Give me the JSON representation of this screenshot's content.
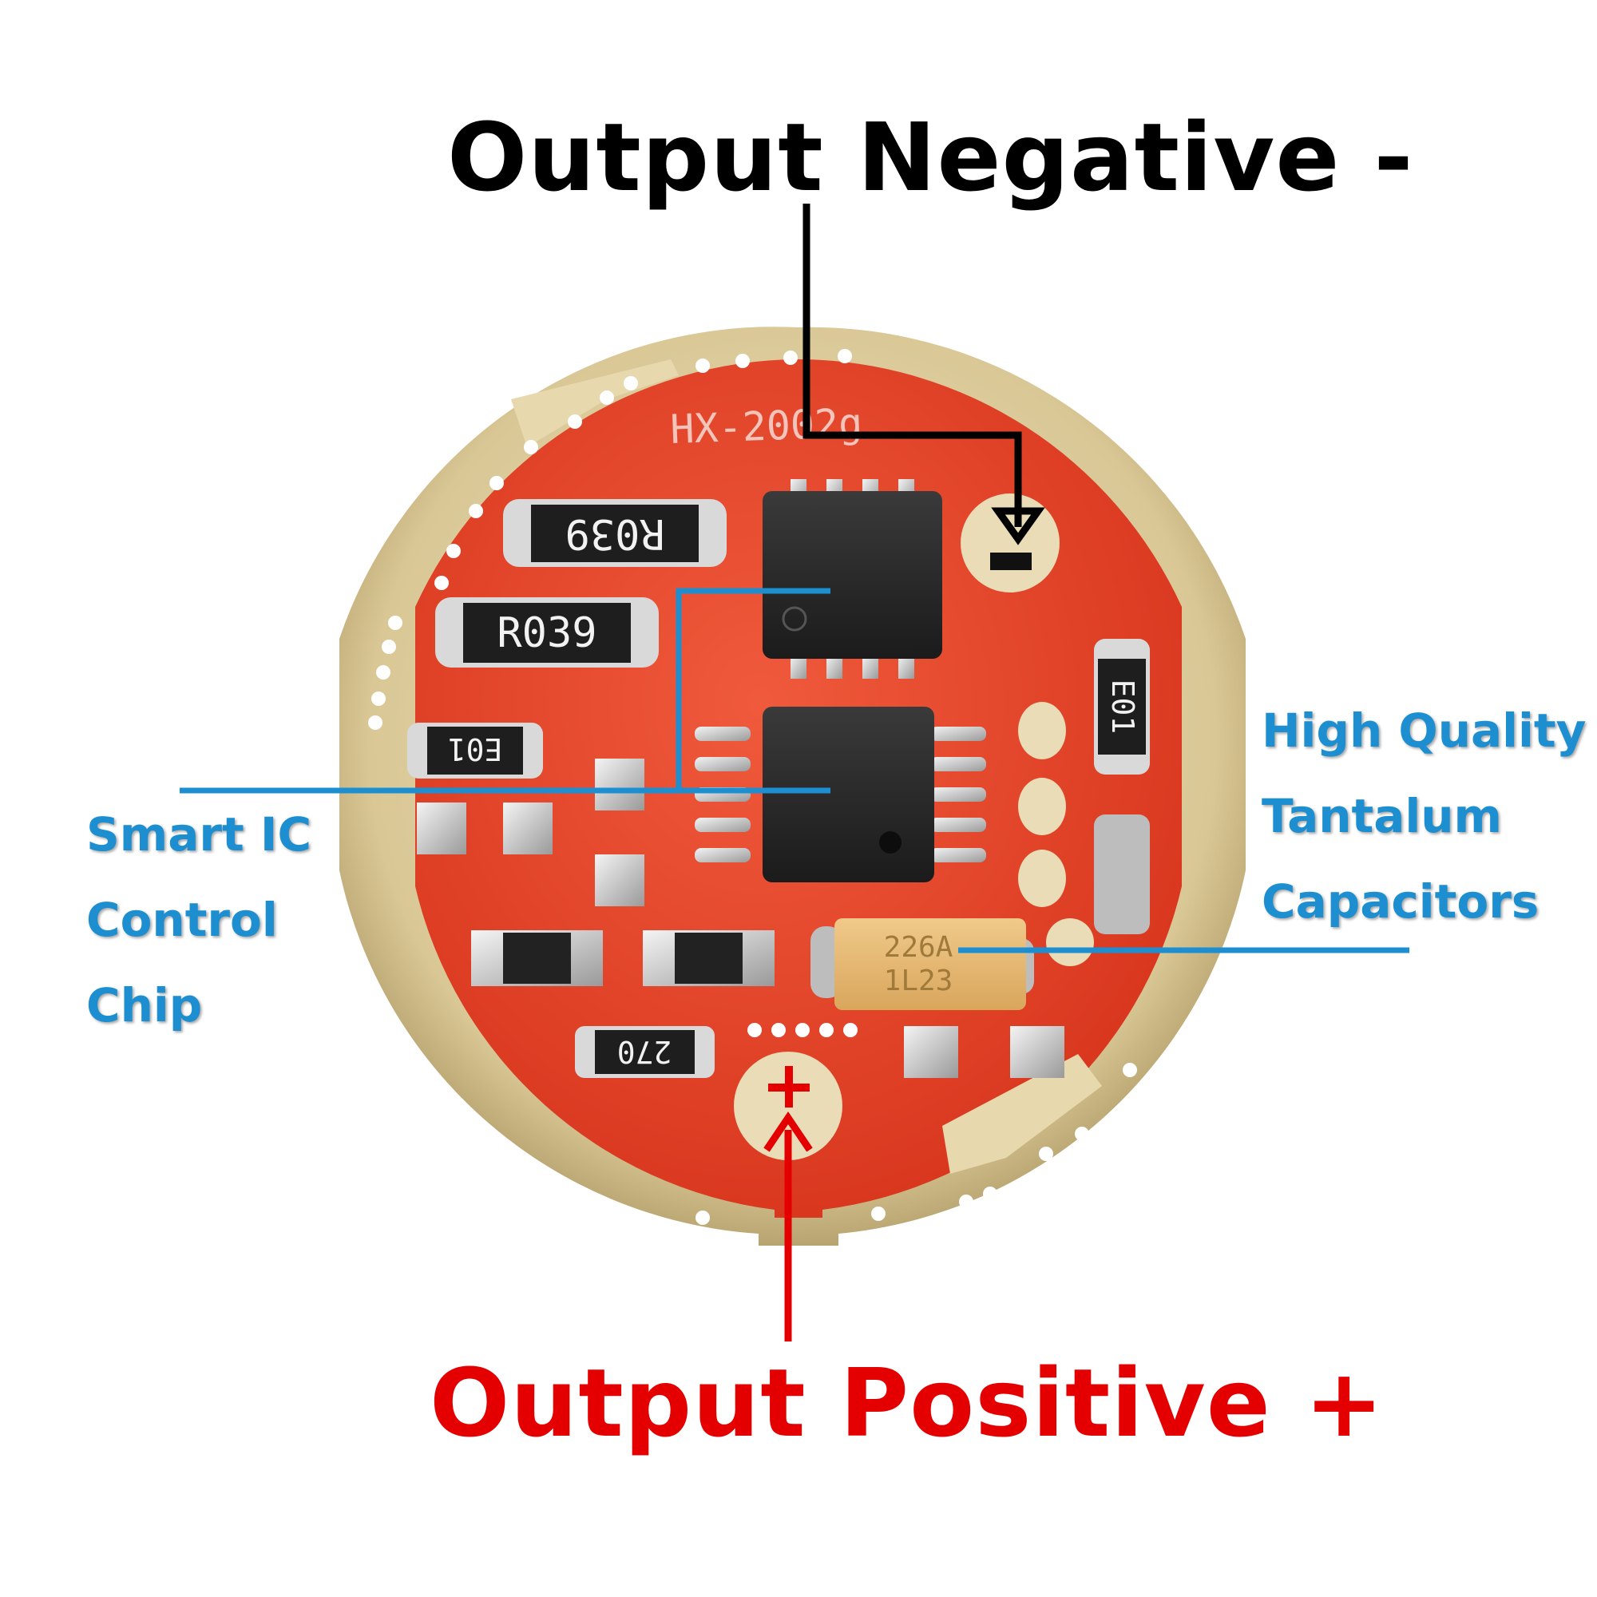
{
  "labels": {
    "output_negative": "Output Negative -",
    "output_positive": "Output Positive +",
    "smart_ic": [
      "Smart IC",
      "Control",
      "Chip"
    ],
    "tantalum": [
      "High Quality",
      "Tantalum",
      "Capacitors"
    ]
  },
  "board": {
    "silkscreen": "HX-2002g",
    "resistor_1": "R039",
    "resistor_2": "R039",
    "resistor_3": "E01",
    "resistor_4": "E01",
    "resistor_5": "270",
    "capacitor_line_1": "226A",
    "capacitor_line_2": "1L23",
    "pad_minus": "−",
    "pad_plus": "+"
  },
  "colors": {
    "board": "#e8432a",
    "ring": "#d8c79a",
    "negative": "#000000",
    "positive": "#e50000",
    "callout": "#1d8fd1"
  }
}
